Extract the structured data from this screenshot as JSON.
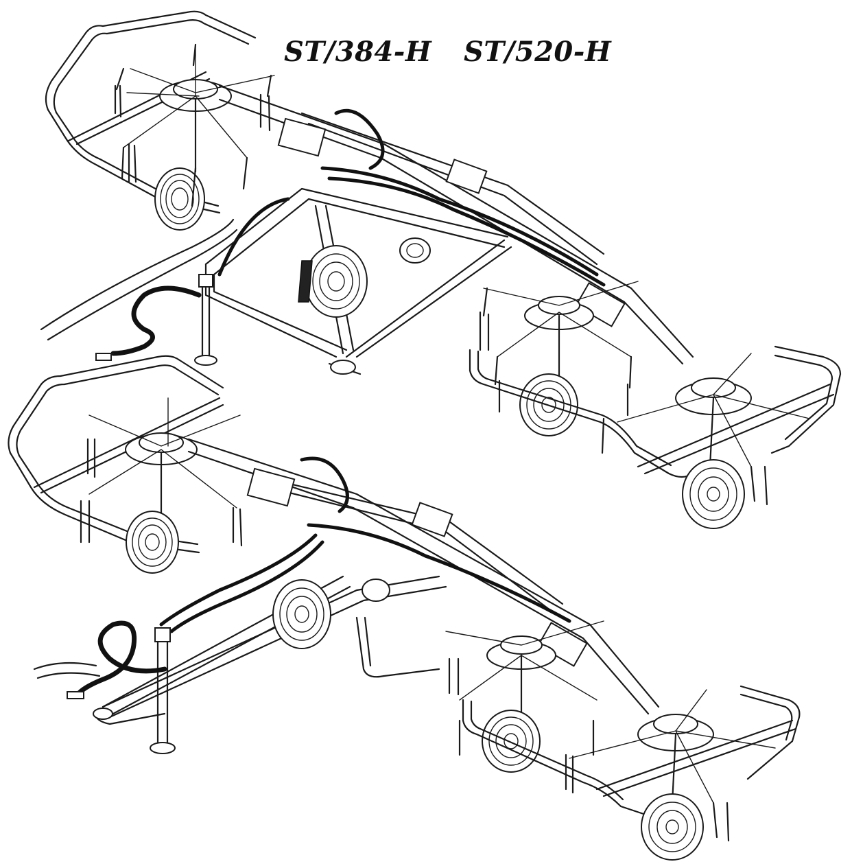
{
  "title": {
    "model_a": "ST/384-H",
    "model_b": "ST/520-H"
  },
  "figure": {
    "machines": [
      "ST/384-H",
      "ST/520-H"
    ]
  },
  "colors": {
    "ink": "#1a1a1a",
    "paper": "#ffffff"
  }
}
